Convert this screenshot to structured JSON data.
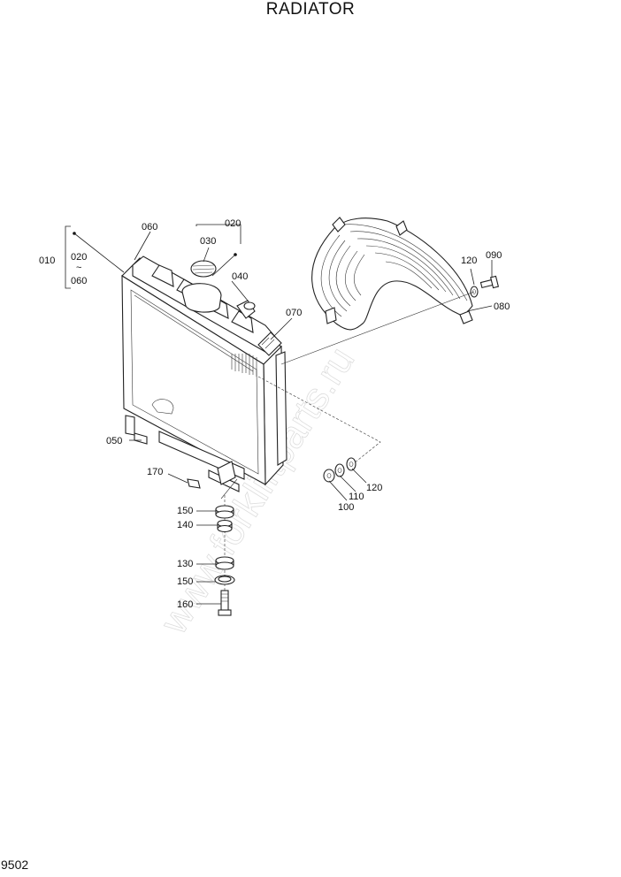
{
  "title": "RADIATOR",
  "page_number": "9502",
  "watermark": "www.forkliftparts.ru",
  "callouts": {
    "c010": "010",
    "c020a": "020",
    "tilde": "~",
    "c060a": "060",
    "c060": "060",
    "c020": "020",
    "c030": "030",
    "c040": "040",
    "c070": "070",
    "c120a": "120",
    "c090": "090",
    "c080": "080",
    "c050": "050",
    "c170": "170",
    "c100": "100",
    "c110": "110",
    "c120b": "120",
    "c150a": "150",
    "c140": "140",
    "c130": "130",
    "c150b": "150",
    "c160": "160"
  }
}
